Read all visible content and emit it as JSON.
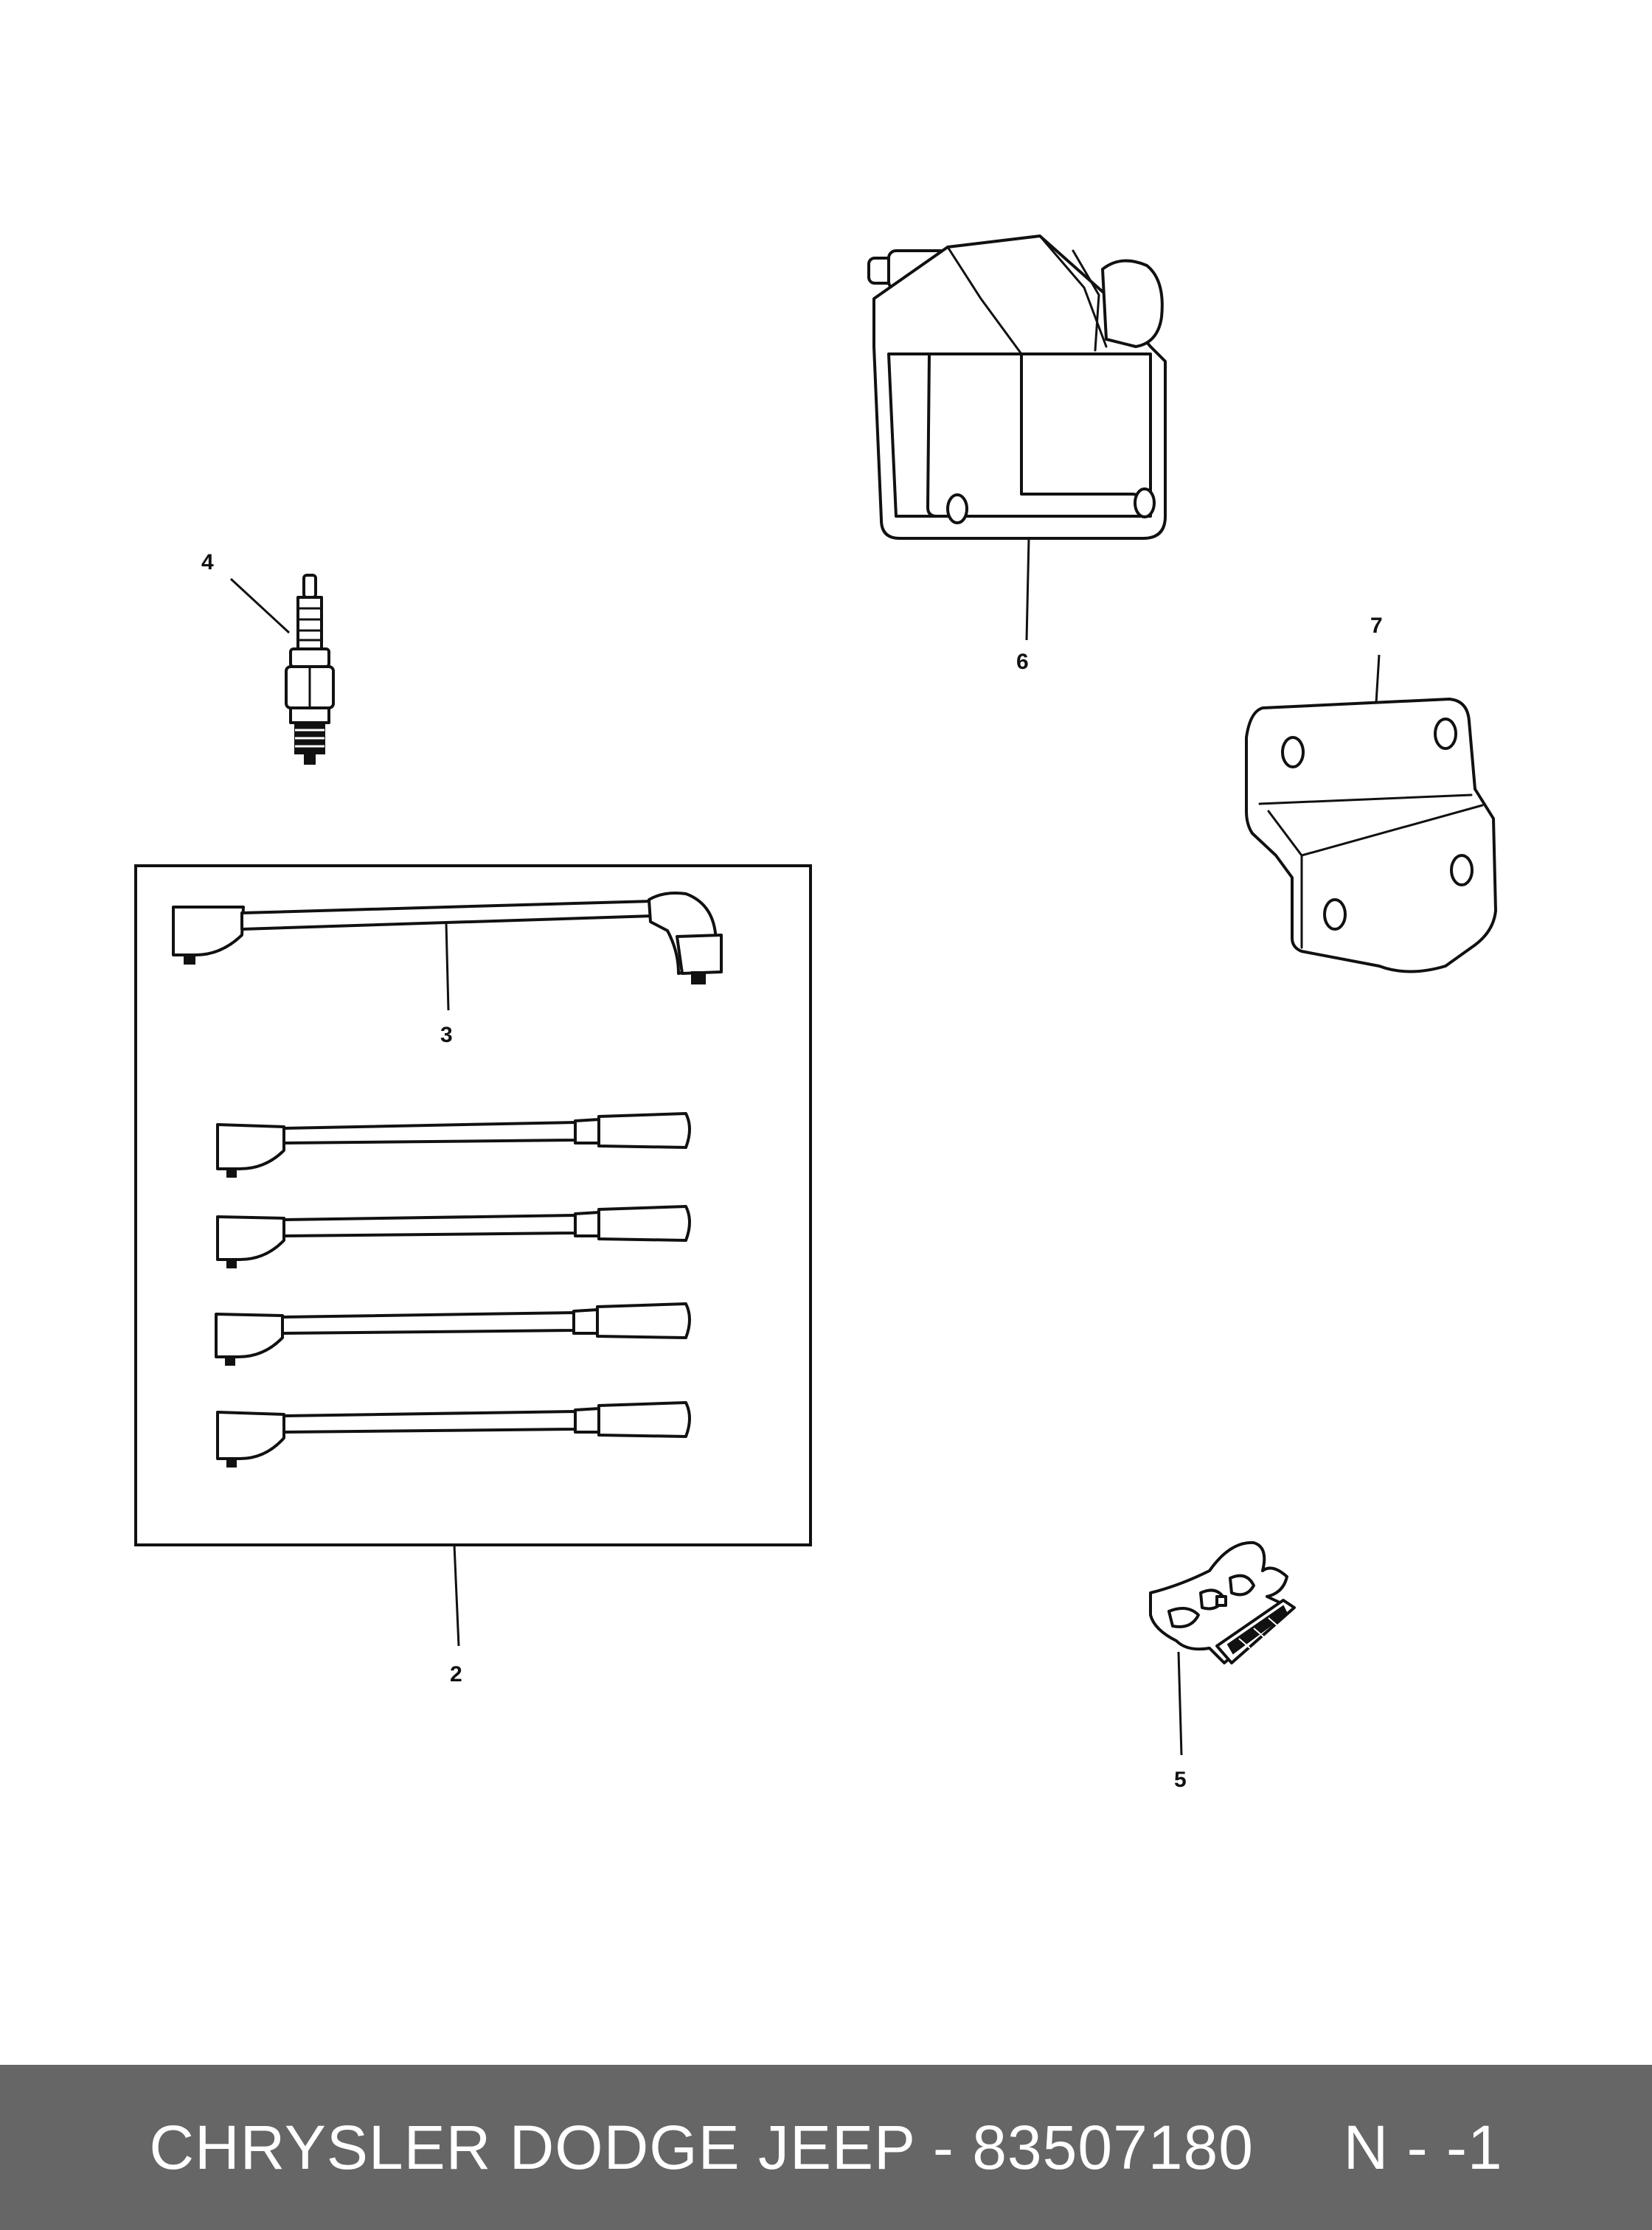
{
  "callouts": {
    "wire_set": "2",
    "wire_coil": "3",
    "spark_plug": "4",
    "wire_separator": "5",
    "ignition_coil": "6",
    "coil_bracket": "7"
  },
  "footer": {
    "caption": "CHRYSLER DODGE JEEP - 83507180     N - -1"
  },
  "colors": {
    "line": "#111111",
    "footer_background": "#666666",
    "footer_text": "#ffffff"
  }
}
